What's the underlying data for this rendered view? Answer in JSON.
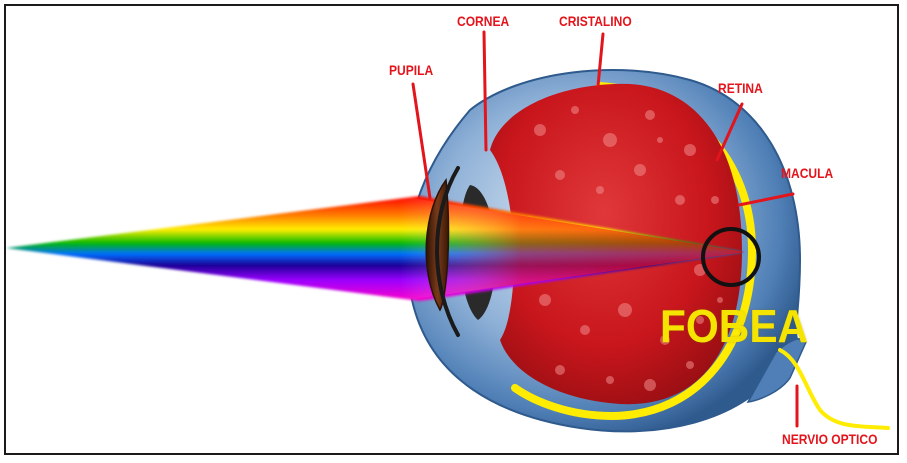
{
  "labels": {
    "cornea": "CORNEA",
    "cristalino": "CRISTALINO",
    "pupila": "PUPILA",
    "retina": "RETINA",
    "macula": "MACULA",
    "nervio_optico": "NERVIO OPTICO",
    "fobea": "FOBEA"
  },
  "colors": {
    "label_red": "#e3141b",
    "fobea_yellow": "#f5e400",
    "retina_yellow": "#ffec00",
    "eye_blue": "#5f8fc2",
    "tissue_red": "#c8161c",
    "lens_brown": "#5a2a12",
    "circle": "#111111"
  },
  "spectrum": [
    "#ff0000",
    "#ff8000",
    "#ffff00",
    "#00c000",
    "#0060ff",
    "#2000a0",
    "#a000ff",
    "#ff00c0"
  ]
}
